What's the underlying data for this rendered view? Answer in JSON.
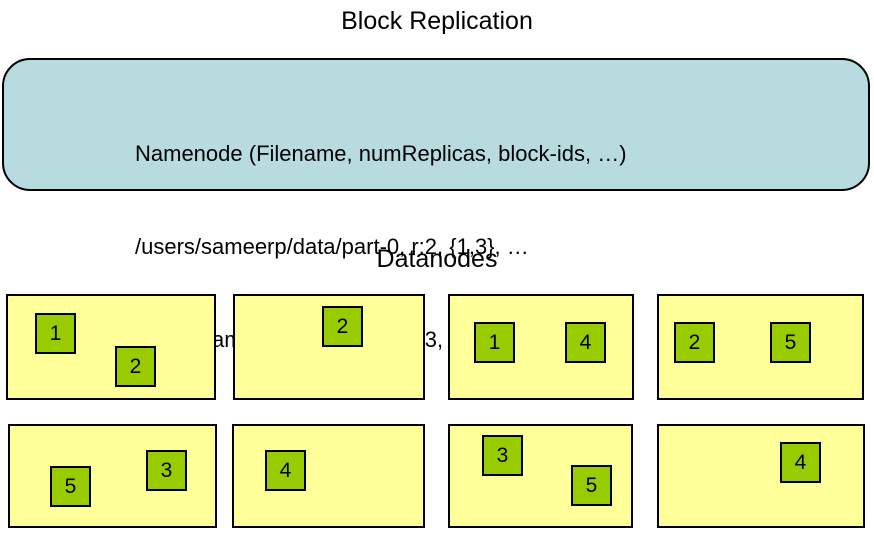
{
  "title": "Block Replication",
  "namenode": {
    "lines": [
      "Namenode (Filename, numReplicas, block-ids, …)",
      "/users/sameerp/data/part-0, r:2, {1,3}, …",
      "/users/sameerp/data/part-1, r:3, {2,4,5}, …"
    ]
  },
  "datanodes": {
    "label": "Datanodes",
    "nodes": [
      {
        "blocks": [
          "1",
          "2"
        ]
      },
      {
        "blocks": [
          "2"
        ]
      },
      {
        "blocks": [
          "1",
          "4"
        ]
      },
      {
        "blocks": [
          "2",
          "5"
        ]
      },
      {
        "blocks": [
          "5",
          "3"
        ]
      },
      {
        "blocks": [
          "4"
        ]
      },
      {
        "blocks": [
          "3",
          "5"
        ]
      },
      {
        "blocks": [
          "4"
        ]
      }
    ]
  },
  "colors": {
    "namenode_fill": "#B8DBE0",
    "datanode_fill": "#FFFF99",
    "block_fill": "#99CC00",
    "border": "#000000"
  }
}
